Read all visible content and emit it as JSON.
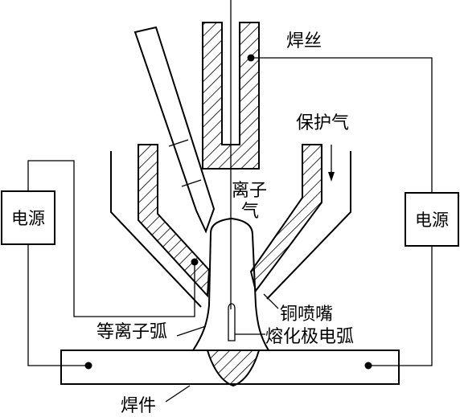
{
  "labels": {
    "wire": "焊丝",
    "shield_gas": "保护气",
    "plasma_gas": "离子气",
    "left_power": "电源",
    "right_power": "电源",
    "nozzle": "铜喷嘴",
    "plasma_arc": "等离子弧",
    "mig_arc": "熔化极电弧",
    "workpiece": "焊件"
  }
}
